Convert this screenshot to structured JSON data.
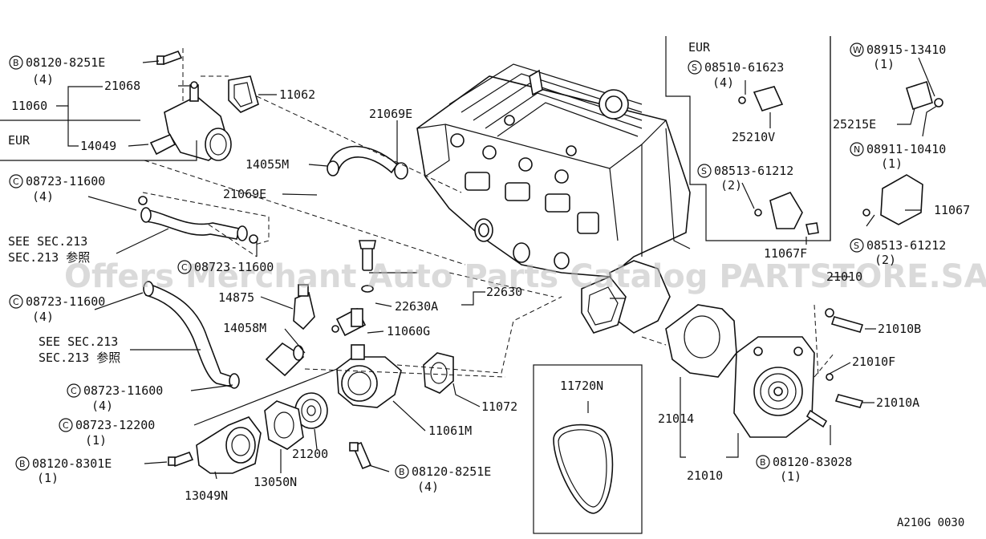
{
  "region_labels": {
    "eur_left": "EUR",
    "eur_top": "EUR"
  },
  "part_labels": {
    "b_08120_8251e_top": "08120-8251E",
    "qty_4_a": "(4)",
    "p21068": "21068",
    "p11062": "11062",
    "p11060": "11060",
    "p14049": "14049",
    "p21069e_a": "21069E",
    "p14055m": "14055M",
    "c_08723_11600_a": "08723-11600",
    "qty_4_b": "(4)",
    "p21069e_b": "21069E",
    "see_sec_a": "SEE SEC.213",
    "sec_ref_a": "SEC.213 参照",
    "c_08723_11600_b": "08723-11600",
    "c_08723_11600_c": "08723-11600",
    "qty_4_c": "(4)",
    "p14875": "14875",
    "p14058m": "14058M",
    "see_sec_b": "SEE SEC.213",
    "sec_ref_b": "SEC.213 参照",
    "c_08723_11600_d": "08723-11600",
    "qty_4_d": "(4)",
    "c_08723_12200": "08723-12200",
    "qty_1_a": "(1)",
    "b_08120_8301e": "08120-8301E",
    "qty_1_b": "(1)",
    "p13049n": "13049N",
    "p13050n": "13050N",
    "p21200": "21200",
    "b_08120_8251e_bot": "08120-8251E",
    "qty_4_e": "(4)",
    "p11061m": "11061M",
    "p11072": "11072",
    "p11060g": "11060G",
    "p22630a": "22630A",
    "p22630": "22630",
    "p11720n": "11720N",
    "p21014": "21014",
    "p21010": "21010",
    "b_08120_83028": "08120-83028",
    "qty_1_c": "(1)",
    "p21010a": "21010A",
    "p21010f": "21010F",
    "p21010b": "21010B",
    "p21010c": "21010",
    "s_08510_61623": "08510-61623",
    "qty_4_f": "(4)",
    "p25210v": "25210V",
    "s_08513_61212_a": "08513-61212",
    "qty_2_a": "(2)",
    "p11067f": "11067F",
    "w_08915_13410": "08915-13410",
    "qty_1_d": "(1)",
    "p25215e": "25215E",
    "n_08911_10410": "08911-10410",
    "qty_1_e": "(1)",
    "p11067": "11067",
    "s_08513_61212_b": "08513-61212",
    "qty_2_b": "(2)"
  },
  "symbols": {
    "b": "B",
    "c": "C",
    "s": "S",
    "w": "W",
    "n": "N"
  },
  "diagram_code": "A210G 0030",
  "watermark": "Offers Merchant Auto Parts Catalog PARTSTORE.SA"
}
